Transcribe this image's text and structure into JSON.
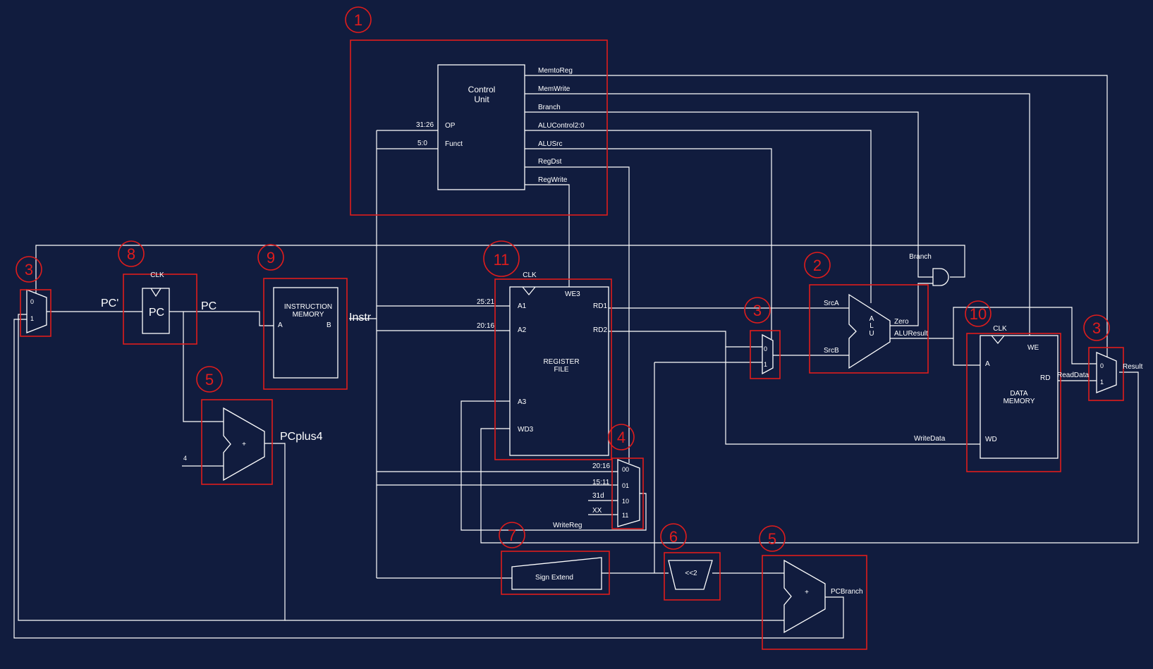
{
  "colors": {
    "background": "#111c3e",
    "wire": "#ffffff",
    "highlight": "#e01c1c"
  },
  "markers": {
    "m1": "1",
    "m2": "2",
    "m3a": "3",
    "m3b": "3",
    "m3c": "3",
    "m4": "4",
    "m5a": "5",
    "m5b": "5",
    "m6": "6",
    "m7": "7",
    "m8": "8",
    "m9": "9",
    "m10": "10",
    "m11": "11"
  },
  "control_unit": {
    "title_line1": "Control",
    "title_line2": "Unit",
    "in_op": "OP",
    "in_funct": "Funct",
    "bits_op": "31:26",
    "bits_funct": "5:0",
    "out_memtoreg": "MemtoReg",
    "out_memwrite": "MemWrite",
    "out_branch": "Branch",
    "out_alucontrol": "ALUControl2:0",
    "out_alusrc": "ALUSrc",
    "out_regdst": "RegDst",
    "out_regwrite": "RegWrite"
  },
  "pc": {
    "label": "PC",
    "clk": "CLK",
    "in_label": "PC'",
    "out_label": "PC"
  },
  "mux_pc": {
    "in0": "0",
    "in1": "1"
  },
  "instr_mem": {
    "line1": "INSTRUCTION",
    "line2": "MEMORY",
    "port_a": "A",
    "port_b": "B",
    "out_label": "Instr"
  },
  "adder_pc4": {
    "plus": "+",
    "const": "4",
    "out_label": "PCplus4"
  },
  "regfile": {
    "clk": "CLK",
    "we3": "WE3",
    "a1": "A1",
    "a2": "A2",
    "a3": "A3",
    "wd3": "WD3",
    "rd1": "RD1",
    "rd2": "RD2",
    "line1": "REGISTER",
    "line2": "FILE",
    "bits_a1": "25:21",
    "bits_a2": "20:16"
  },
  "mux_regdst": {
    "in00": "00",
    "in01": "01",
    "in10": "10",
    "in11": "11",
    "src00": "20:16",
    "src01": "15:11",
    "src10": "31d",
    "src11": "XX",
    "out_label": "WriteReg"
  },
  "sign_extend": {
    "label": "Sign Extend"
  },
  "shift": {
    "label": "<<2"
  },
  "adder_branch": {
    "plus": "+",
    "out_label": "PCBranch"
  },
  "mux_alusrc": {
    "in0": "0",
    "in1": "1"
  },
  "alu": {
    "l1": "A",
    "l2": "L",
    "l3": "U",
    "src_a": "SrcA",
    "src_b": "SrcB",
    "zero": "Zero",
    "result": "ALUResult"
  },
  "and_gate": {
    "label": "Branch"
  },
  "data_mem": {
    "clk": "CLK",
    "we": "WE",
    "port_a": "A",
    "port_wd": "WD",
    "port_rd": "RD",
    "line1": "DATA",
    "line2": "MEMORY",
    "write_data": "WriteData",
    "read_data": "ReadData"
  },
  "mux_result": {
    "in0": "0",
    "in1": "1",
    "out_label": "Result"
  }
}
